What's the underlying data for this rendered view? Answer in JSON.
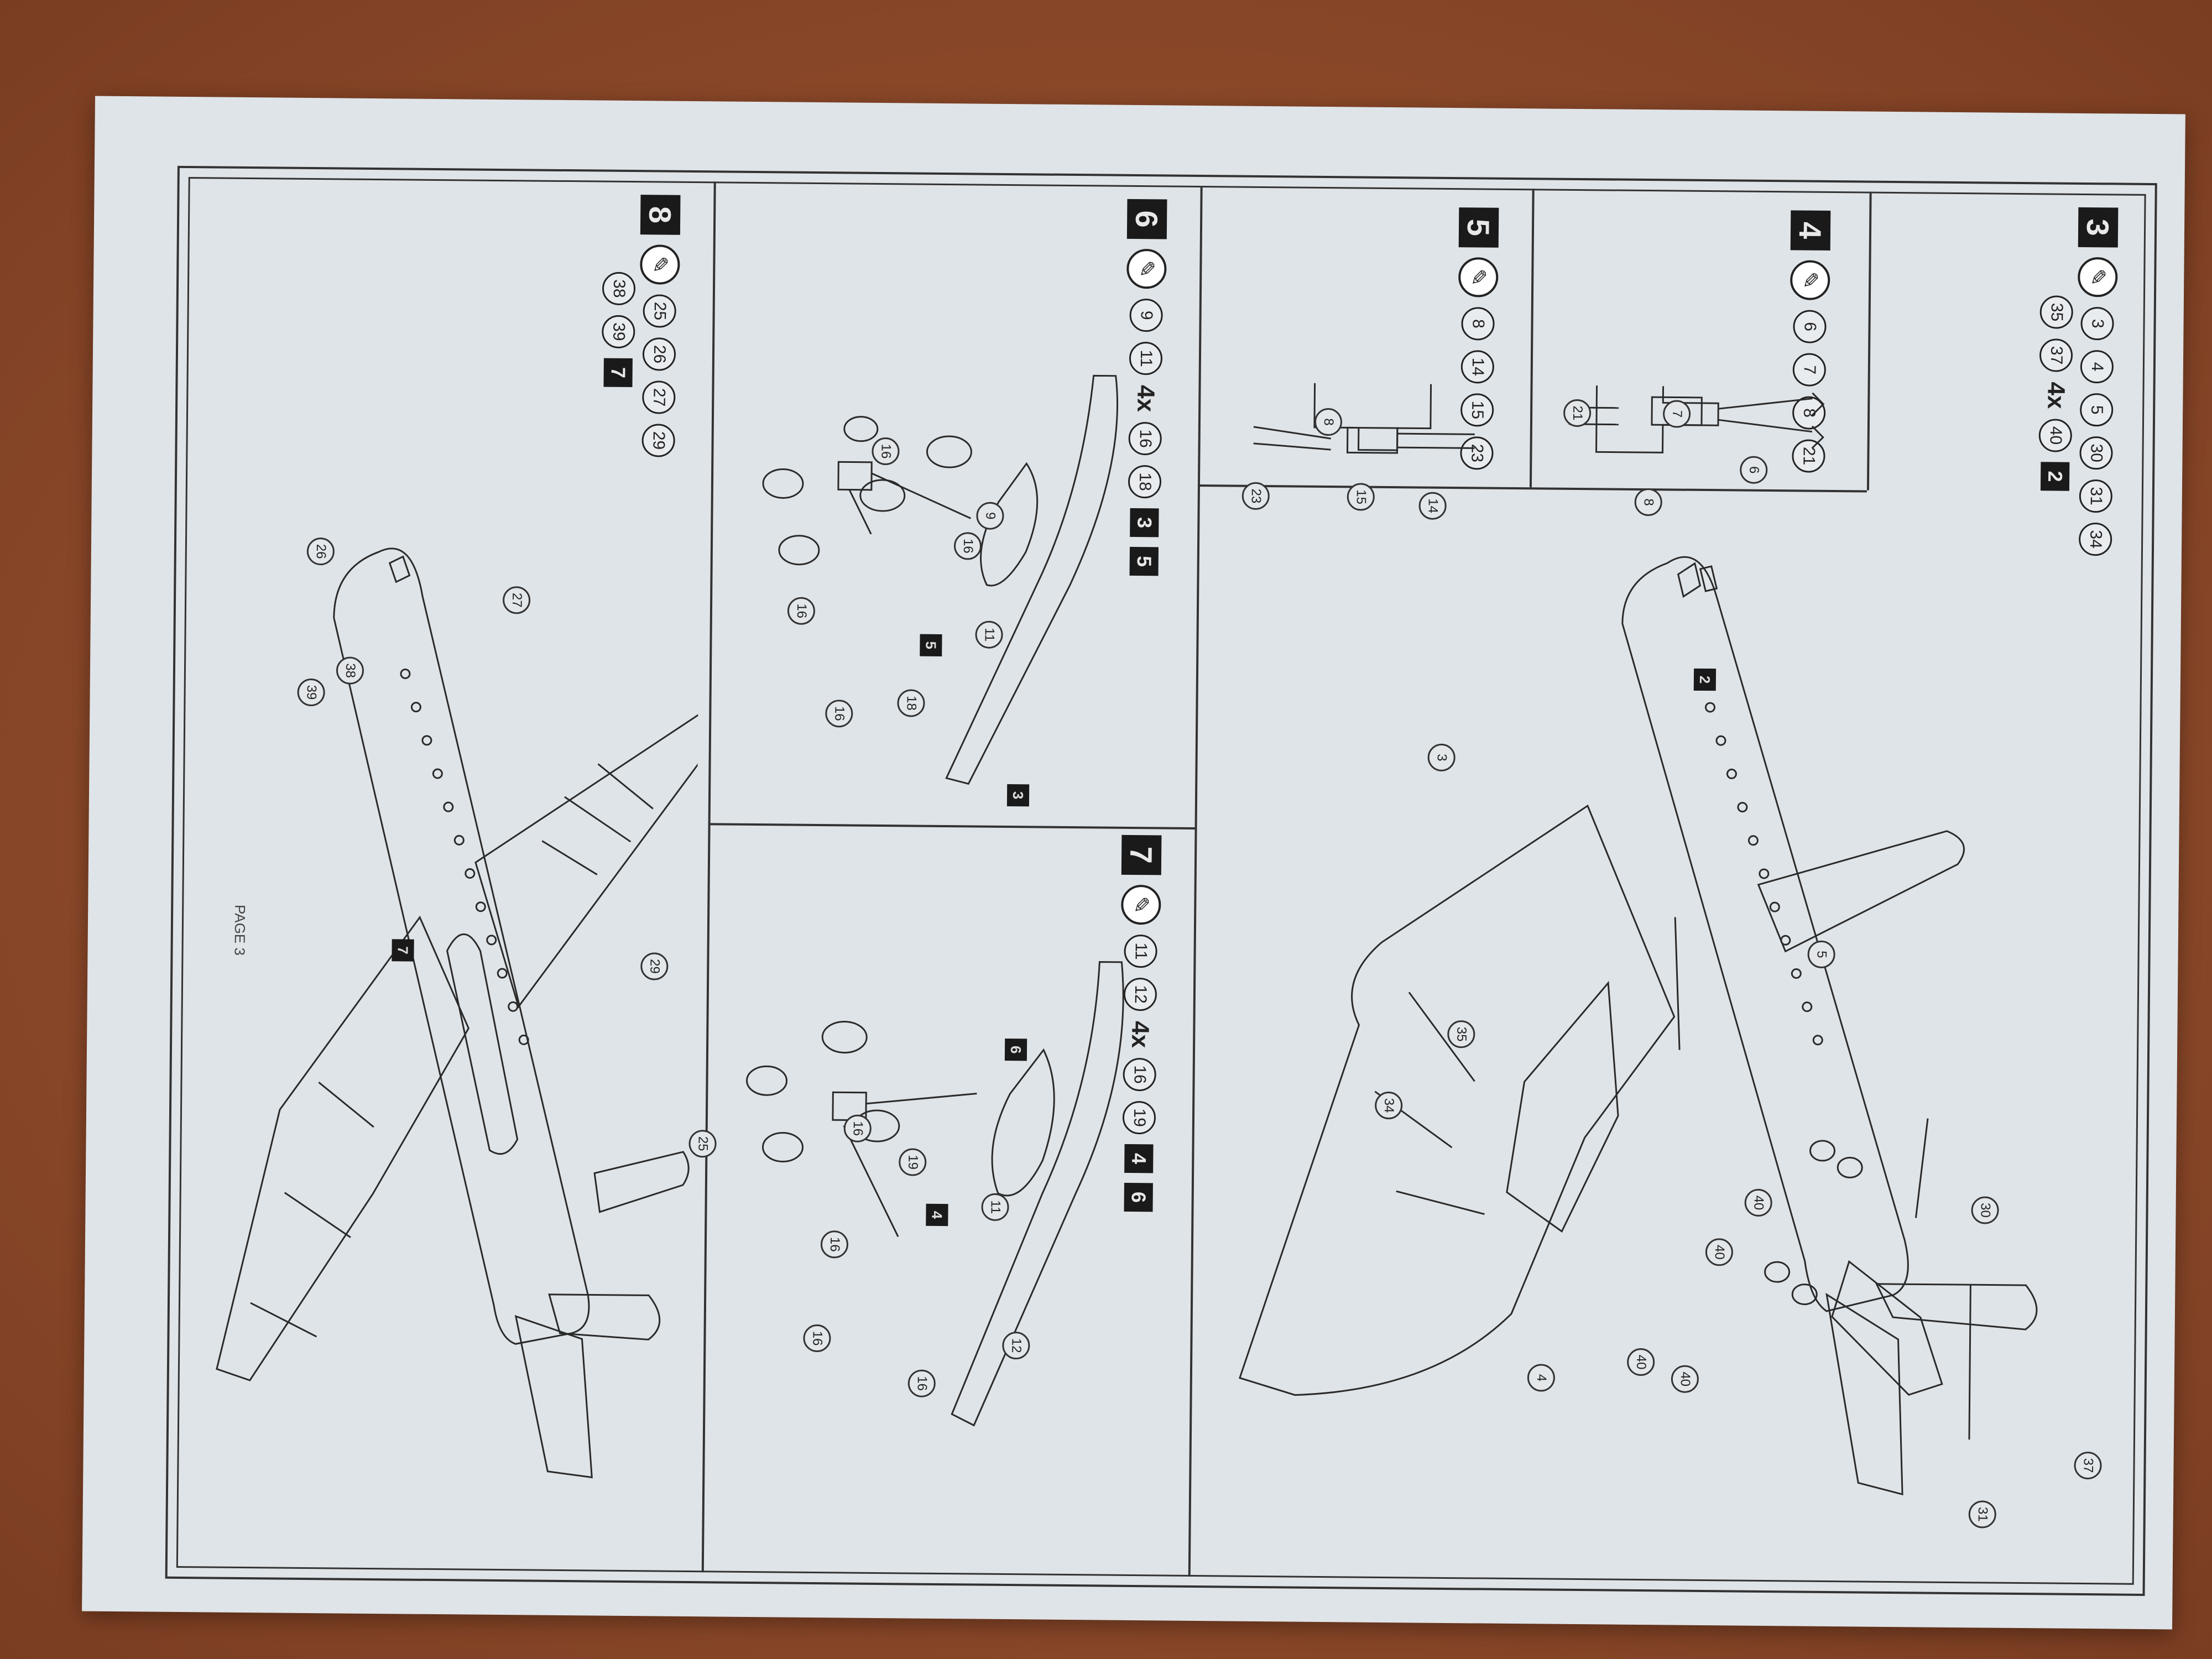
{
  "page": {
    "footer": "PAGE 3"
  },
  "steps": [
    {
      "id": "3",
      "glue": "✎",
      "parts": [
        "3",
        "4",
        "5",
        "30",
        "31",
        "34"
      ],
      "parts2": [
        "35",
        "37"
      ],
      "mult": "4x",
      "mult_part": "40",
      "refs": [
        "2"
      ]
    },
    {
      "id": "4",
      "glue": "✎",
      "parts": [
        "6",
        "7",
        "8",
        "21"
      ]
    },
    {
      "id": "5",
      "glue": "✎",
      "parts": [
        "8",
        "14",
        "15",
        "23"
      ]
    },
    {
      "id": "6",
      "glue": "✎",
      "parts": [
        "9",
        "11"
      ],
      "mult": "4x",
      "mult_parts": [
        "16",
        "18"
      ],
      "refs": [
        "3",
        "5"
      ]
    },
    {
      "id": "7",
      "glue": "✎",
      "parts": [
        "11",
        "12"
      ],
      "mult": "4x",
      "mult_parts": [
        "16",
        "19"
      ],
      "refs": [
        "4",
        "6"
      ]
    },
    {
      "id": "8",
      "glue": "✎",
      "parts": [
        "25",
        "26",
        "27",
        "29"
      ],
      "parts2": [
        "38",
        "39"
      ],
      "refs": [
        "7"
      ]
    }
  ],
  "callouts": {
    "step3": [
      "3",
      "5",
      "35",
      "34",
      "40",
      "40",
      "40",
      "40",
      "30",
      "4",
      "37",
      "31"
    ],
    "step3_box": "2",
    "step4": [
      "21",
      "7",
      "6",
      "8"
    ],
    "step5": [
      "8",
      "23",
      "15",
      "14"
    ],
    "step6": [
      "16",
      "16",
      "16",
      "16",
      "9",
      "11",
      "18"
    ],
    "step6_boxes": [
      "5",
      "3"
    ],
    "step7": [
      "16",
      "19",
      "16",
      "11",
      "16",
      "12",
      "16"
    ],
    "step7_boxes": [
      "4",
      "6"
    ],
    "step8": [
      "27",
      "26",
      "38",
      "39",
      "29",
      "25"
    ],
    "step8_box": "7"
  }
}
